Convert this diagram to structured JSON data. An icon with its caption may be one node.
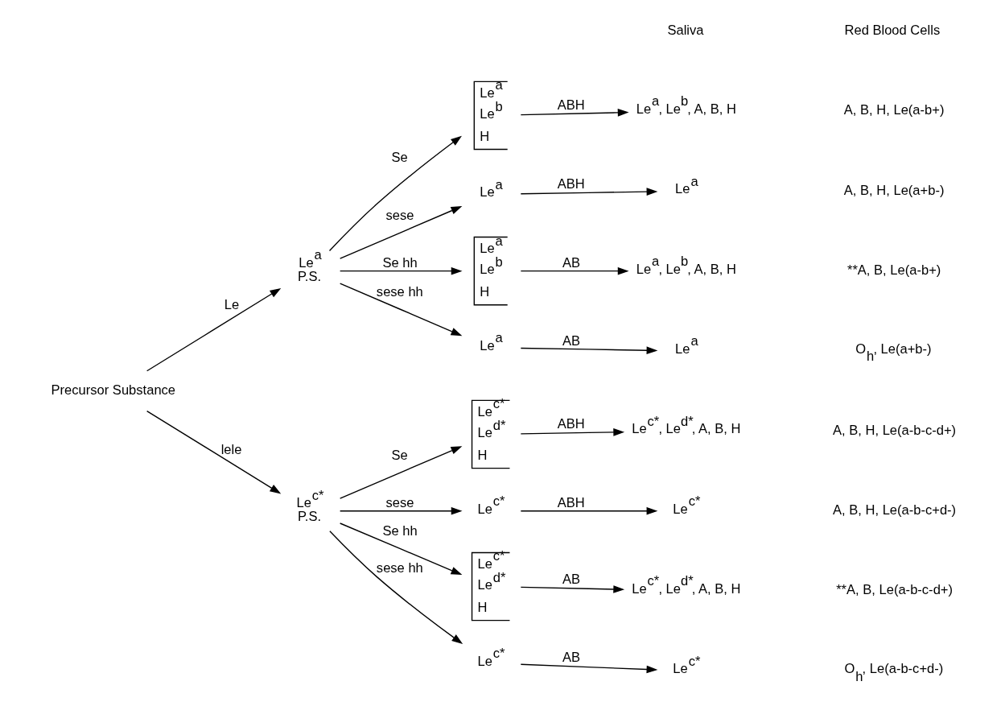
{
  "diagram": {
    "nodes": [
      {
        "text": [
          "Precursor Substance"
        ]
      },
      {
        "text": [
          "Le$^{a}$",
          "P.S."
        ]
      },
      {
        "text": [
          "Le$^{a}$",
          "Le$^{b}$",
          "H"
        ]
      },
      {
        "text": [
          "Le$^{a}$"
        ]
      },
      {
        "text": [
          "Le$^{a}$",
          "Le$^{b}$",
          "H"
        ]
      },
      {
        "text": [
          "Le$^{a}$"
        ]
      },
      {
        "text": [
          "Le$^{a}$, Le$^{b}$, A, B, H"
        ]
      },
      {
        "text": [
          "Le$^{a}$"
        ]
      },
      {
        "text": [
          "Le$^{a}$, Le$^{b}$, A, B, H"
        ]
      },
      {
        "text": [
          "Le$^{a}$"
        ]
      },
      {
        "text": [
          "Le$^{c*}$",
          "P.S."
        ]
      },
      {
        "text": [
          "Le$^{c*}$",
          "Le$^{d*}$",
          "H"
        ]
      },
      {
        "text": [
          "Le$^{c*}$"
        ]
      },
      {
        "text": [
          "Le$^{c*}$",
          "Le$^{d*}$",
          "H"
        ]
      },
      {
        "text": [
          "Le$^{c*}$"
        ]
      },
      {
        "text": [
          "Le$^{c*}$, Le$^{d*}$, A, B, H"
        ]
      },
      {
        "text": [
          "Le$^{c*}$"
        ]
      },
      {
        "text": [
          "Le$^{c*}$, Le$^{d*}$, A, B, H"
        ]
      },
      {
        "text": [
          "Le$^{c*}$"
        ]
      }
    ],
    "edges": [
      {
        "from": 0,
        "to": 1,
        "arrow": "to",
        "label": "Le"
      },
      {
        "from": 1,
        "to": 2,
        "arrow": "to",
        "label": "Se"
      },
      {
        "from": 1,
        "to": 3,
        "arrow": "to",
        "label": "sese"
      },
      {
        "from": 1,
        "to": 4,
        "arrow": "to",
        "label": "Se hh"
      },
      {
        "from": 1,
        "to": 5,
        "arrow": "to",
        "label": "sese hh"
      },
      {
        "from": 2,
        "to": 6,
        "arrow": "to",
        "label": "ABH"
      },
      {
        "from": 3,
        "to": 7,
        "arrow": "to",
        "label": "ABH"
      },
      {
        "from": 4,
        "to": 8,
        "arrow": "to",
        "label": "AB"
      },
      {
        "from": 5,
        "to": 9,
        "arrow": "to",
        "label": "AB"
      },
      {
        "from": 0,
        "to": 10,
        "arrow": "to",
        "label": "lele"
      },
      {
        "from": 10,
        "to": 11,
        "arrow": "to",
        "label": "Se"
      },
      {
        "from": 10,
        "to": 12,
        "arrow": "to",
        "label": "sese"
      },
      {
        "from": 10,
        "to": 13,
        "arrow": "to",
        "label": "Se hh"
      },
      {
        "from": 10,
        "to": 14,
        "arrow": "to",
        "label": "sese hh"
      },
      {
        "from": 11,
        "to": 15,
        "arrow": "to",
        "label": "ABH"
      },
      {
        "from": 12,
        "to": 16,
        "arrow": "to",
        "label": "ABH"
      },
      {
        "from": 13,
        "to": 17,
        "arrow": "to",
        "label": "AB"
      },
      {
        "from": 14,
        "to": 18,
        "arrow": "to",
        "label": "AB"
      }
    ],
    "labels": [
      "Saliva",
      "Red Blood Cells",
      "A, B, H, Le(a-b+)",
      "A, B, H, Le(a+b-)",
      "**A, B, Le(a-b+)",
      "O$_{h}$, Le(a+b-)",
      "A, B, H, Le(a-b-c-d+)",
      "A, B, H, Le(a-b-c+d-)",
      "**A, B, Le(a-b-c-d+)",
      "O$_{h}$, Le(a-b-c+d-)"
    ]
  }
}
